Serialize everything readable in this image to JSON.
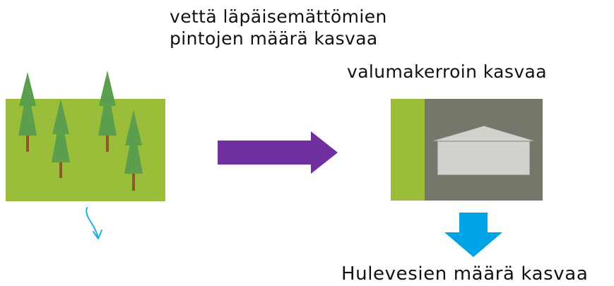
{
  "captions": {
    "top_line1": "vettä läpäisemättömien",
    "top_line2": "pintojen määrä kasvaa",
    "runoff_coefficient": "valumakerroin kasvaa",
    "stormwater": "Hulevesien määrä kasvaa"
  },
  "colors": {
    "grass": "#9bbe3a",
    "tree_foliage": "#5a9e4e",
    "tree_trunk": "#8b5a2b",
    "paved": "#76766a",
    "house": "#d2d1cb",
    "house_outline": "#7f7f7f",
    "arrow_purple": "#7030a0",
    "arrow_blue": "#00a3e6",
    "infiltration": "#22aee6"
  },
  "icons": {
    "forest": "forest-scene",
    "urban": "paved-plot-with-house",
    "transition_arrow": "arrow-right",
    "runoff_arrow": "arrow-down",
    "infiltration": "curved-arrow-down"
  }
}
